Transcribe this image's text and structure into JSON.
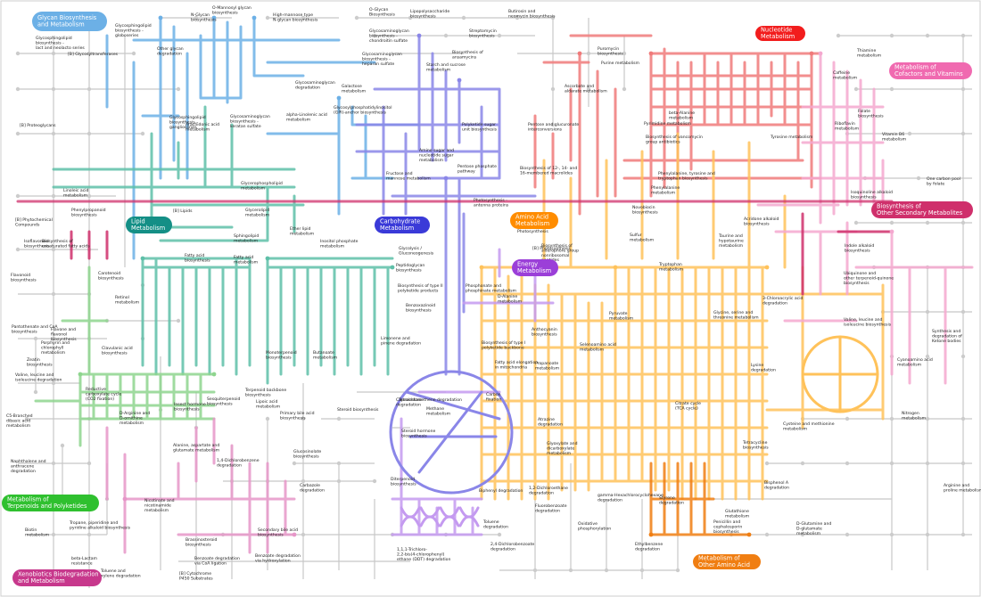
{
  "colors": {
    "glycan": "#6cb0e6",
    "carbohydrate": "#3a3ad8",
    "carb_path": "#8a86e8",
    "lipid": "#148f86",
    "lipid_path": "#5ebfa8",
    "nucleotide": "#f21d1d",
    "nuc_path": "#f07a7a",
    "amino": "#ff8c00",
    "amino_path": "#ffc25a",
    "energy": "#9b3fd8",
    "energy_path": "#c49af0",
    "cofactor": "#f06ab0",
    "cof_path": "#f4a8cf",
    "secondary": "#cf2f6b",
    "terpenoid": "#2fc02f",
    "terp_path": "#8ed58e",
    "other_amino": "#f07e12",
    "xeno": "#c7388c",
    "xeno_path": "#e696c8",
    "grey": "#c8c8c8"
  },
  "categories": [
    {
      "id": "glycan",
      "lines": [
        "Glycan Biosynthesis",
        "and Metabolism"
      ]
    },
    {
      "id": "nucleotide",
      "lines": [
        "Nucleotide",
        "Metabolism"
      ]
    },
    {
      "id": "cofactor",
      "lines": [
        "Metabolism of",
        "Cofactors and Vitamins"
      ]
    },
    {
      "id": "lipid",
      "lines": [
        "Lipid",
        "Metabolism"
      ]
    },
    {
      "id": "carbohydrate",
      "lines": [
        "Carbohydrate",
        "Metabolism"
      ]
    },
    {
      "id": "amino",
      "lines": [
        "Amino Acid",
        "Metabolism"
      ]
    },
    {
      "id": "secondary",
      "lines": [
        "Biosynthesis of",
        "Other Secondary Metabolites"
      ]
    },
    {
      "id": "energy",
      "lines": [
        "Energy",
        "Metabolism"
      ]
    },
    {
      "id": "terpenoid",
      "lines": [
        "Metabolism of",
        "Terpenoids and Polyketides"
      ]
    },
    {
      "id": "other_amino",
      "lines": [
        "Metabolism of",
        "Other Amino Acid"
      ]
    },
    {
      "id": "xeno",
      "lines": [
        "Xenobiotics Biodegradation",
        "and Metabolism"
      ]
    }
  ],
  "labels": [
    [
      "N-Glycan",
      "biosynthesis"
    ],
    [
      "O-Mannosyl glycan",
      "biosynthesis"
    ],
    [
      "High-mannose type",
      "N-glycan biosynthesis"
    ],
    [
      "O-Glycan",
      "Biosynthesis"
    ],
    [
      "Lipopolysaccharide",
      "biosynthesis"
    ],
    [
      "Butirosin and",
      "neomycin biosynthesis"
    ],
    [
      "Glycosphingolipid",
      "biosynthesis -",
      "globoseries"
    ],
    [
      "Glycosphingolipid",
      "biosynthesis -",
      "lact and neolacto series"
    ],
    [
      "[B] Glycosyltransferases"
    ],
    [
      "Other glycan",
      "degradation"
    ],
    [
      "Glycosaminoglycan",
      "biosynthesis -",
      "chondroitin sulfate"
    ],
    [
      "Streptomycin",
      "biosynthesis"
    ],
    [
      "Glycosaminoglycan",
      "biosynthesis -",
      "heparan sulfate"
    ],
    [
      "Biosynthesis of",
      "ansamycins"
    ],
    [
      "Starch and sucrose",
      "metabolism"
    ],
    [
      "Glycosaminoglycan",
      "degradation"
    ],
    [
      "Galactose",
      "metabolism"
    ],
    [
      "Purine metabolism"
    ],
    [
      "Puromycin",
      "biosynthesis"
    ],
    [
      "Thiamine",
      "metabolism"
    ],
    [
      "Caffeine",
      "metabolism"
    ],
    [
      "Ascorbate and",
      "aldarate metabolism"
    ],
    [
      "beta-Alanine",
      "metabolism"
    ],
    [
      "Riboflavin",
      "metabolism"
    ],
    [
      "Glycosylphosphatidylinositol",
      "(GPI)-anchor biosynthesis"
    ],
    [
      "alpha-Linolenic acid",
      "metabolism"
    ],
    [
      "Glycosaminoglycan",
      "biosynthesis -",
      "keratan sulfate"
    ],
    [
      "[B] Proteoglycans"
    ],
    [
      "Glycosphingolipid",
      "biosynthesis -",
      "ganglioseries"
    ],
    [
      "Arachidonic acid",
      "metabolism"
    ],
    [
      "Polyketide sugar",
      "unit biosynthesis"
    ],
    [
      "Pentose and glucuronate",
      "interconversions"
    ],
    [
      "Pyrimidine metabolism"
    ],
    [
      "Folate",
      "biosynthesis"
    ],
    [
      "Vitamin B6",
      "metabolism"
    ],
    [
      "Amino sugar and",
      "nucleotide sugar",
      "metabolism"
    ],
    [
      "Biosynthesis of vancomycin",
      "group antibiotics"
    ],
    [
      "Tyrosine metabolism"
    ],
    [
      "Pentose phosphate",
      "pathway"
    ],
    [
      "Fructose and",
      "mannose metabolism"
    ],
    [
      "Biosynthesis of 12-, 14- and",
      "16-membered macrolides"
    ],
    [
      "Phenylalanine, tyrosine and",
      "tryptophan biosynthesis"
    ],
    [
      "Glycerophospholipid",
      "metabolism"
    ],
    [
      "Linoleic acid",
      "metabolism"
    ],
    [
      "Phenylalanine",
      "metabolism"
    ],
    [
      "One carbon pool",
      "by folate"
    ],
    [
      "Isoquinoline alkaloid",
      "biosynthesis"
    ],
    [
      "Photosynthesis -",
      "antenna proteins"
    ],
    [
      "Novobiocin",
      "biosynthesis"
    ],
    [
      "[B] Phytochemical",
      "Compounds"
    ],
    [
      "Phenylpropanoid",
      "biosynthesis"
    ],
    [
      "[B] Lipids"
    ],
    [
      "Glycerolipid",
      "metabolism"
    ],
    [
      "Acridone alkaloid",
      "biosynthesis"
    ],
    [
      "Isoflavonoid",
      "biosynthesis"
    ],
    [
      "Ether lipid",
      "metabolism"
    ],
    [
      "Sphingolipid",
      "metabolism"
    ],
    [
      "Inositol phosphate",
      "metabolism"
    ],
    [
      "Photosynthesis"
    ],
    [
      "Sulfur",
      "metabolism"
    ],
    [
      "Taurine and",
      "hypotaurine",
      "metabolism"
    ],
    [
      "Indole alkaloid",
      "biosynthesis"
    ],
    [
      "Biosynthesis of",
      "unsaturated fatty acids"
    ],
    [
      "Glycolysis /",
      "Gluconeogenesis"
    ],
    [
      "[B] Photosynthesis"
    ],
    [
      "Biosynthesis of",
      "siderophore group",
      "nonribosomal",
      "peptides"
    ],
    [
      "Ubiquinone and",
      "other terpenoid-quinone",
      "biosynthesis"
    ],
    [
      "Flavonoid",
      "biosynthesis"
    ],
    [
      "Carotenoid",
      "biosynthesis"
    ],
    [
      "Fatty acid",
      "biosynthesis"
    ],
    [
      "Fatty acid",
      "metabolism"
    ],
    [
      "Peptidoglycan",
      "biosynthesis"
    ],
    [
      "Tryptophan",
      "metabolism"
    ],
    [
      "Retinol",
      "metabolism"
    ],
    [
      "Biosynthesis of type II",
      "polyketide products"
    ],
    [
      "Phosphonate and",
      "phosphinate metabolism"
    ],
    [
      "D-Alanine",
      "metabolism"
    ],
    [
      "3-Chloroacrylic acid",
      "degradation"
    ],
    [
      "Benzoxazinoid",
      "biosynthesis"
    ],
    [
      "Pyruvate",
      "metabolism"
    ],
    [
      "Glycine, serine and",
      "threonine metabolism"
    ],
    [
      "Valine, leucine and",
      "isoleucine biosynthesis"
    ],
    [
      "Pantothenate and CoA",
      "biosynthesis"
    ],
    [
      "Flavone and",
      "flavonol",
      "biosynthesis"
    ],
    [
      "Anthocyanin",
      "biosynthesis"
    ],
    [
      "Synthesis and",
      "degradation of",
      "Ketone bodies"
    ],
    [
      "Porphyrin and",
      "chlorophyll",
      "metabolism"
    ],
    [
      "Limonene and",
      "pinene degradation"
    ],
    [
      "Biosynthesis of type I",
      "polyketide backbone"
    ],
    [
      "Selenoamino acid",
      "metabolism"
    ],
    [
      "Cyanoamino acid",
      "metabolism"
    ],
    [
      "Clavulanic acid",
      "biosynthesis"
    ],
    [
      "Zeatin",
      "biosynthesis"
    ],
    [
      "Monoterpenoid",
      "biosynthesis"
    ],
    [
      "Butanoate",
      "metabolism"
    ],
    [
      "Fatty acid elongation",
      "in mitochondria"
    ],
    [
      "Propanoate",
      "metabolism"
    ],
    [
      "Lysine",
      "degradation"
    ],
    [
      "Valine, leucine and",
      "isoleucine degradation"
    ],
    [
      "Sesquiterpenoid",
      "biosynthesis"
    ],
    [
      "Lipoic acid",
      "metabolism"
    ],
    [
      "Tetrachloroethene degradation"
    ],
    [
      "Reductive",
      "carboxylate cycle",
      "(CO2 fixation)"
    ],
    [
      "Terpenoid backbone",
      "biosynthesis"
    ],
    [
      "Caprolactam",
      "degradation"
    ],
    [
      "Carbon",
      "fixation"
    ],
    [
      "C5-Branched",
      "dibasic acid",
      "metabolism"
    ],
    [
      "Insect hormone",
      "biosynthesis"
    ],
    [
      "Steroid biosynthesis"
    ],
    [
      "Methane",
      "metabolism"
    ],
    [
      "Citrate cycle",
      "(TCA cycle)"
    ],
    [
      "Cysteine and methionine",
      "metabolism"
    ],
    [
      "Nitrogen",
      "metabolism"
    ],
    [
      "D-Arginine and",
      "D-ornithine",
      "metabolism"
    ],
    [
      "Primary bile acid",
      "biosynthesis"
    ],
    [
      "Atrazine",
      "degradation"
    ],
    [
      "Alanine, aspartate and",
      "glutamate metabolism"
    ],
    [
      "Steroid hormone",
      "biosynthesis"
    ],
    [
      "Glyoxylate and",
      "dicarboxylate",
      "metabolism"
    ],
    [
      "Tetracycline",
      "biosynthesis"
    ],
    [
      "Glucosinolate",
      "biosynthesis"
    ],
    [
      "1,4-Dichlorobenzene",
      "degradation"
    ],
    [
      "Naphthalene and",
      "anthracene",
      "degradation"
    ],
    [
      "Diterpenoid",
      "biosynthesis"
    ],
    [
      "Carbazole",
      "degradation"
    ],
    [
      "Biphenyl degradation"
    ],
    [
      "1,2-Dichloroethane",
      "degradation"
    ],
    [
      "gamma-Hexachlorocyclohexane",
      "degradation"
    ],
    [
      "Bisphenol A",
      "degradation"
    ],
    [
      "Arginine and",
      "proline metabolism"
    ],
    [
      "Nicotinate and",
      "nicotinamide",
      "metabolism"
    ],
    [
      "Fluorobenzoate",
      "degradation"
    ],
    [
      "Styrene",
      "degradation"
    ],
    [
      "Glutathione",
      "metabolism"
    ],
    [
      "Tropane, piperidine and",
      "pyridine alkaloid biosynthesis"
    ],
    [
      "Secondary bile acid",
      "biosynthesis"
    ],
    [
      "Toluene",
      "degradation"
    ],
    [
      "Oxidative",
      "phosphorylation"
    ],
    [
      "Penicillin and",
      "cephalosporin",
      "biosynthesis"
    ],
    [
      "D-Glutamine and",
      "D-glutamate",
      "metabolism"
    ],
    [
      "Biotin",
      "metabolism"
    ],
    [
      "Brassinosteroid",
      "biosynthesis"
    ],
    [
      "2,4-Dichlorobenzoate",
      "degradation"
    ],
    [
      "1,1,1-Trichloro-",
      "2,2-bis(4-chlorophenyl)",
      "ethane (DDT) degradation"
    ],
    [
      "Ethylbenzene",
      "degradation"
    ],
    [
      "beta-Lactam",
      "resistance"
    ],
    [
      "Benzoate degradation",
      "via CoA ligation"
    ],
    [
      "Benzoate degradation",
      "via hydroxylation"
    ],
    [
      "Toluene and",
      "xylene degradation"
    ],
    [
      "[B] Cytochrome",
      "P450 Substrates"
    ],
    [
      "[B] Cytochrome P450"
    ]
  ]
}
